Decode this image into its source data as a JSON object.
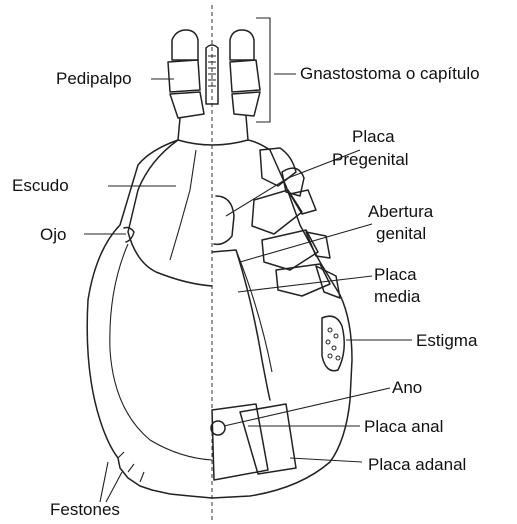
{
  "labels": {
    "pedipalpo": "Pedipalpo",
    "gnastostoma": "Gnastostoma o capítulo",
    "placa_pregenital": [
      "Placa",
      "Pregenital"
    ],
    "escudo": "Escudo",
    "abertura_genital": [
      "Abertura",
      "genital"
    ],
    "ojo": "Ojo",
    "placa_media": [
      "Placa",
      "media"
    ],
    "estigma": "Estigma",
    "ano": "Ano",
    "placa_anal": "Placa anal",
    "placa_adanal": "Placa adanal",
    "festones": "Festones"
  }
}
